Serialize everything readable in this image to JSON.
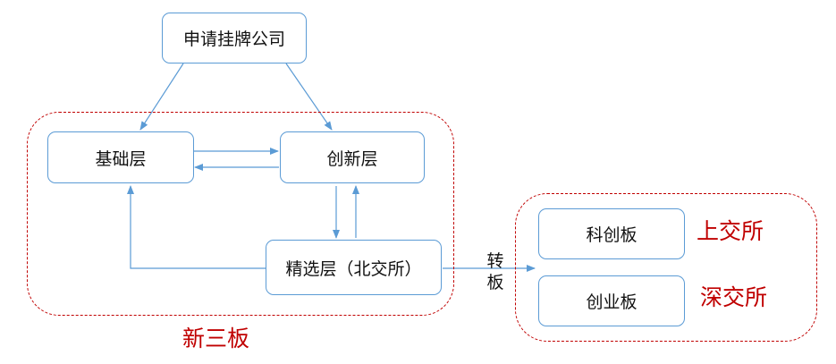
{
  "nodes": {
    "applicant": "申请挂牌公司",
    "base": "基础层",
    "innovation": "创新层",
    "select": "精选层（北交所）",
    "star": "科创板",
    "chinext": "创业板"
  },
  "groups": {
    "neeq": "新三板"
  },
  "exchanges": {
    "sse": "上交所",
    "szse": "深交所"
  },
  "transfer": {
    "char1": "转",
    "char2": "板"
  },
  "colors": {
    "node_border": "#5b9bd5",
    "arrow": "#5b9bd5",
    "group_border": "#c00000",
    "label_red": "#c00000"
  }
}
